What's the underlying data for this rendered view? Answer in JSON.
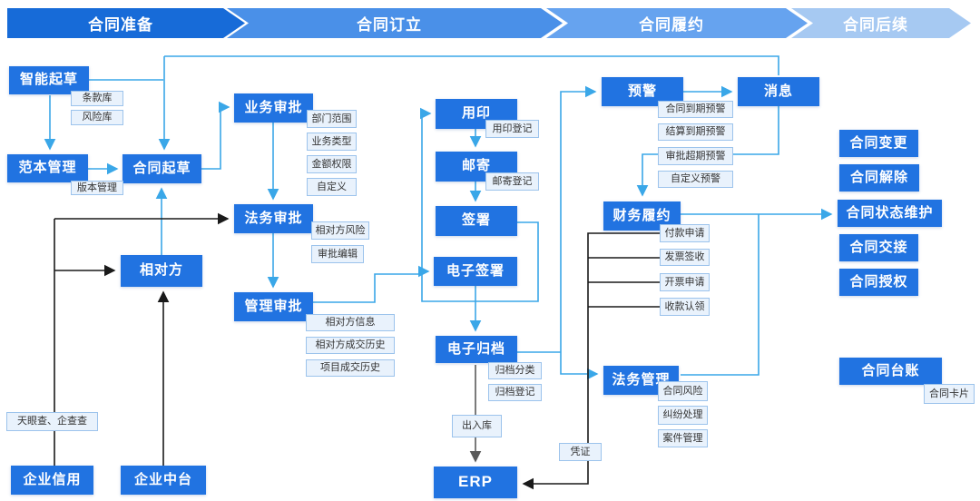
{
  "diagram_title": "contract-lifecycle-flowchart",
  "process_stages": [
    {
      "label": "合同准备"
    },
    {
      "label": "合同订立"
    },
    {
      "label": "合同履约"
    },
    {
      "label": "合同后续"
    }
  ],
  "nodes": {
    "smart_drafting": "智能起草",
    "clause_library": "条款库",
    "risk_library": "风险库",
    "template_mgmt": "范本管理",
    "version_mgmt": "版本管理",
    "contract_drafting": "合同起草",
    "counterparty": "相对方",
    "business_approval": "业务审批",
    "dept_scope": "部门范围",
    "business_type": "业务类型",
    "amount_authority": "金额权限",
    "custom": "自定义",
    "legal_approval": "法务审批",
    "counterparty_risk": "相对方风险",
    "approval_edit": "审批编辑",
    "mgmt_approval": "管理审批",
    "counterparty_info": "相对方信息",
    "counterparty_deal_history": "相对方成交历史",
    "project_deal_history": "项目成交历史",
    "seal": "用印",
    "seal_register": "用印登记",
    "mail": "邮寄",
    "mail_register": "邮寄登记",
    "sign": "签署",
    "esign": "电子签署",
    "earchive": "电子归档",
    "archive_classify": "归档分类",
    "archive_register": "归档登记",
    "inout_warehouse": "出入库",
    "erp": "ERP",
    "voucher": "凭证",
    "warning": "预警",
    "message": "消息",
    "contract_expiry_warning": "合同到期预警",
    "settlement_expiry_warning": "结算到期预警",
    "approval_overdue_warning": "审批超期预警",
    "custom_warning": "自定义预警",
    "financial_performance": "财务履约",
    "payment_request": "付款申请",
    "invoice_receipt": "发票签收",
    "invoicing_request": "开票申请",
    "payment_claim": "收款认领",
    "legal_mgmt": "法务管理",
    "contract_risk": "合同风险",
    "dispute_handling": "纠纷处理",
    "case_mgmt": "案件管理",
    "tianyancha_qichacha": "天眼查、企查查",
    "enterprise_credit": "企业信用",
    "enterprise_platform": "企业中台",
    "contract_change": "合同变更",
    "contract_termination": "合同解除",
    "contract_status_maintenance": "合同状态维护",
    "contract_handover": "合同交接",
    "contract_authorization": "合同授权",
    "contract_ledger": "合同台账",
    "contract_card": "合同卡片"
  },
  "colors": {
    "stage1": "#176bd8",
    "stage2": "#4a90e8",
    "stage3": "#66a3ef",
    "stage4": "#a6c9f2",
    "primary_node": "#2173e1",
    "sub_node_bg": "#e9f2fc",
    "sub_node_border": "#9cc3ec",
    "connector_blue": "#3aa7e8",
    "connector_black": "#1a1a1a",
    "connector_gray": "#5a5a5a"
  }
}
